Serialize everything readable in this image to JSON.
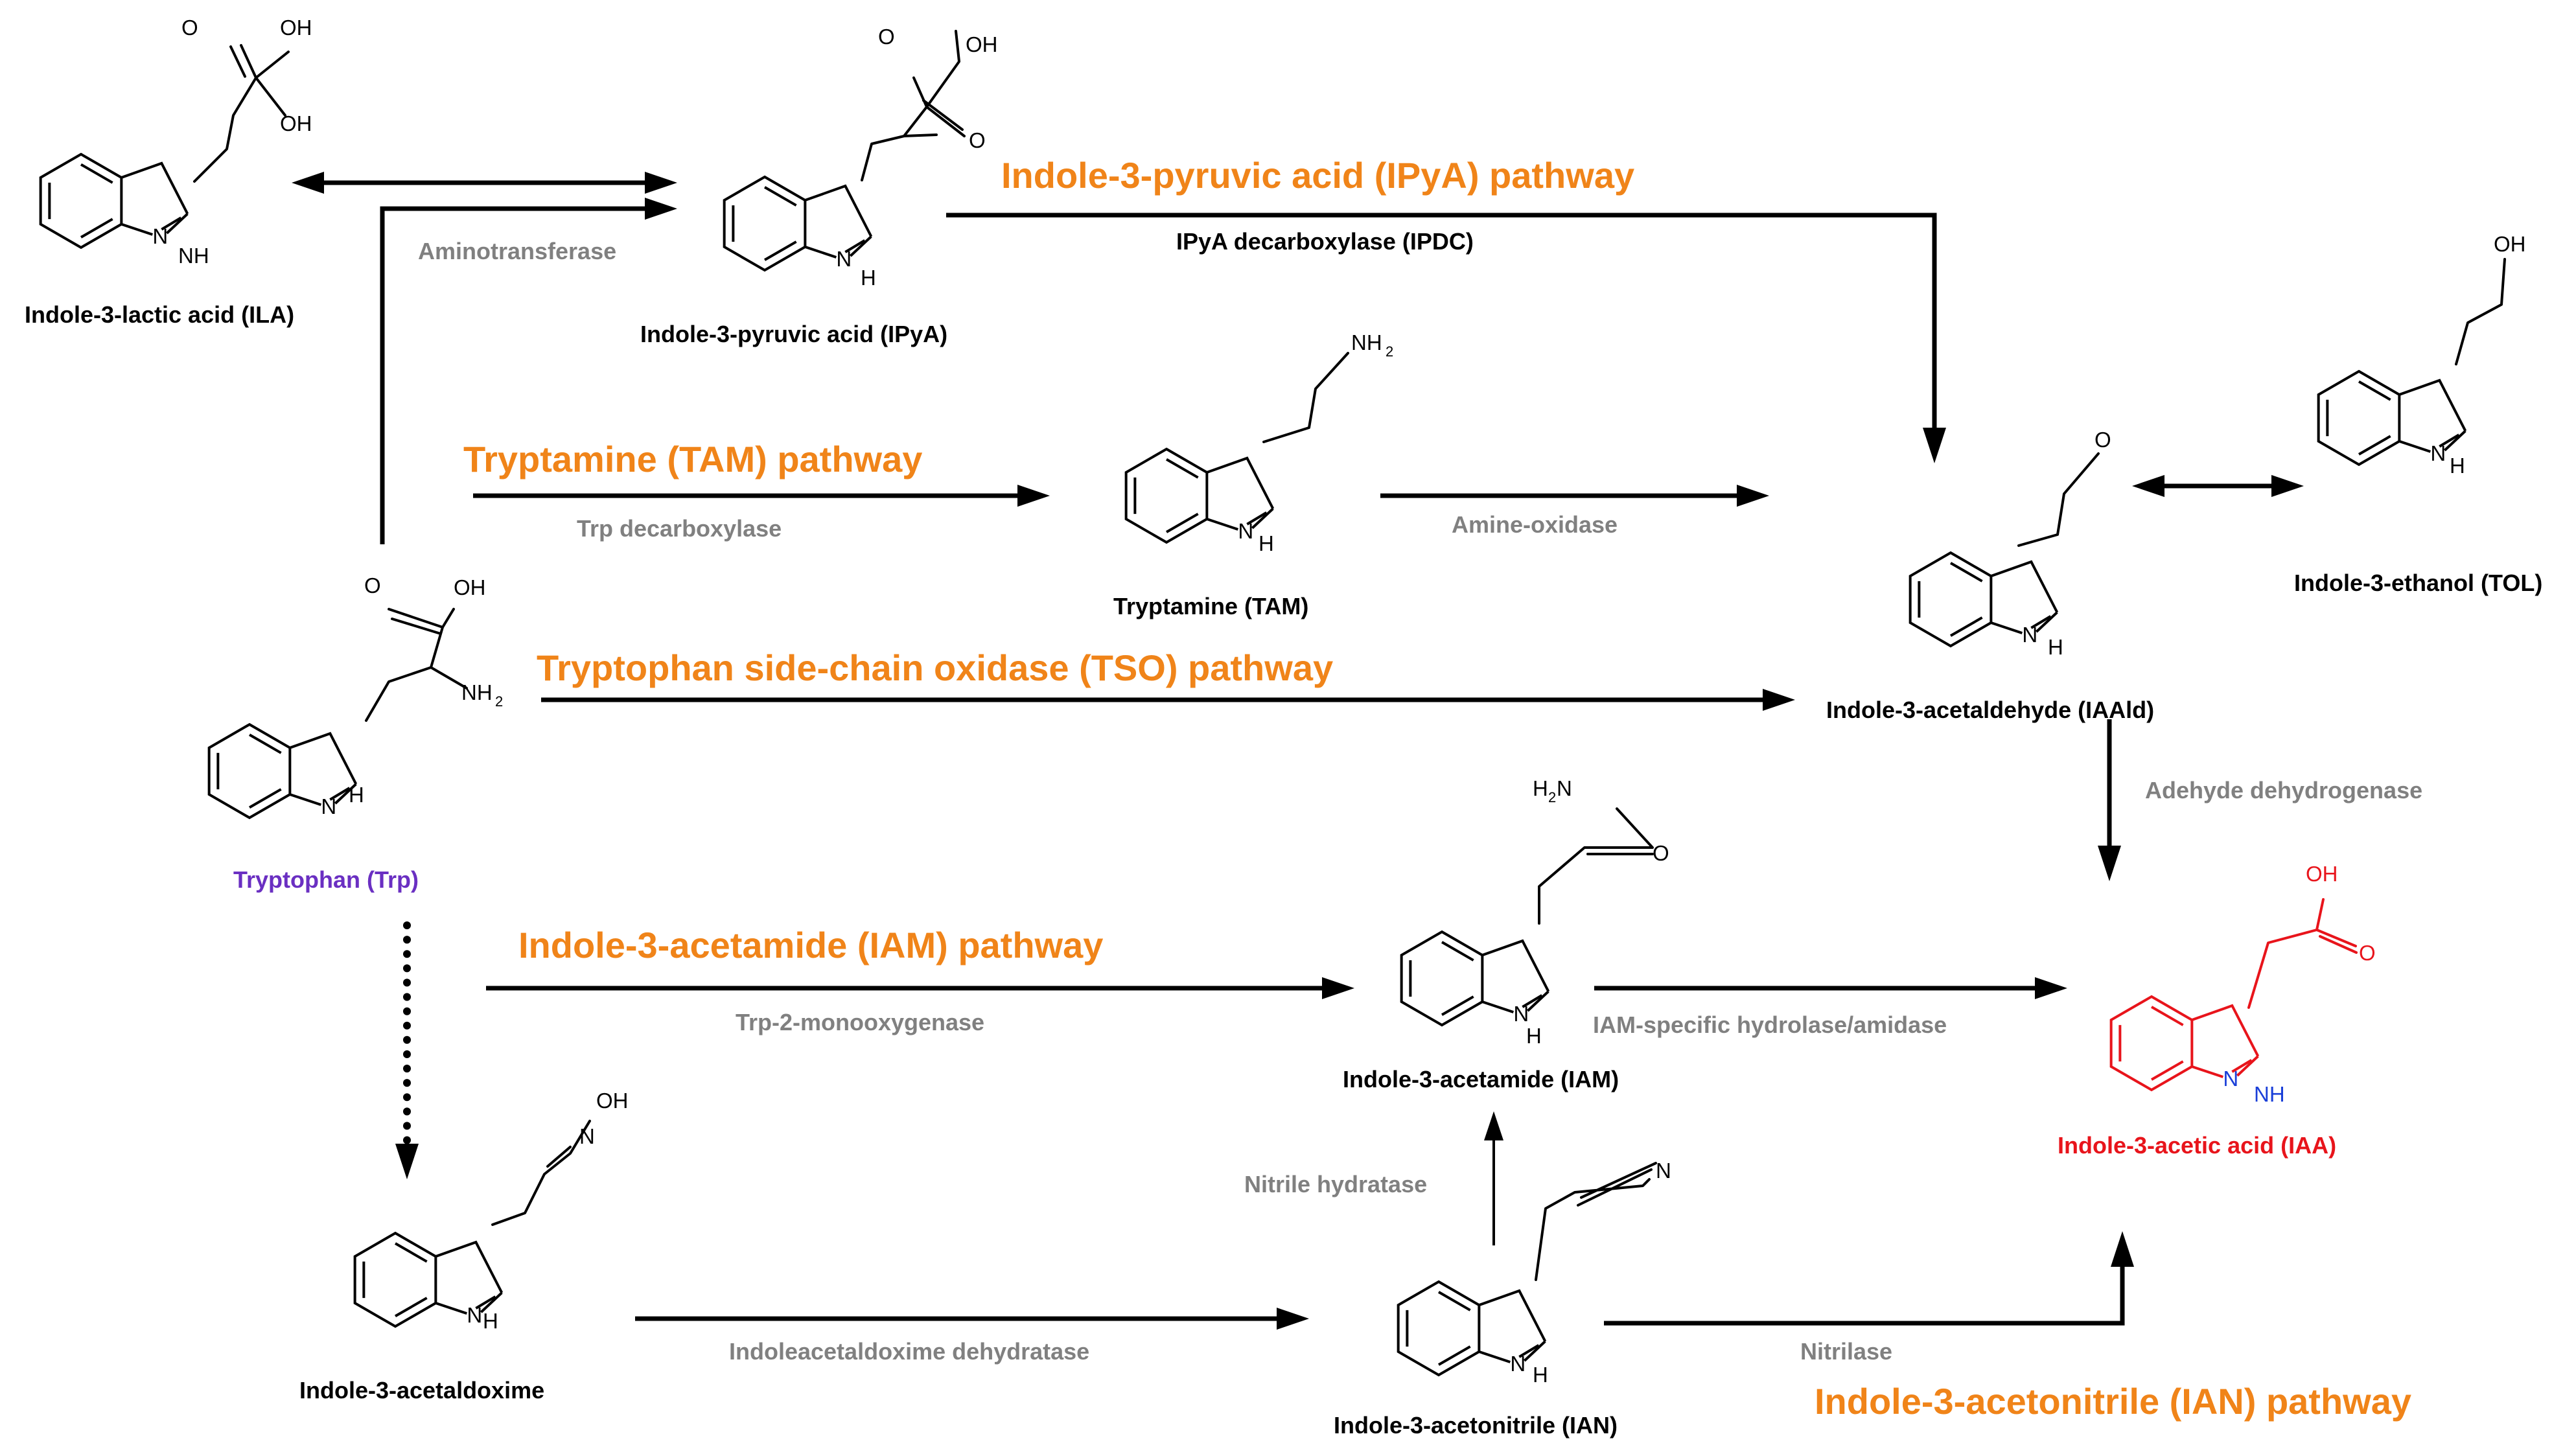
{
  "colors": {
    "pathway_title": "#f08419",
    "enzyme_label": "#808080",
    "compound_label": "#000000",
    "tryptophan_label": "#6a2fc2",
    "iaa_label": "#e8141b",
    "iaa_nitrogen": "#1a3fd8"
  },
  "pathways": {
    "ipya": "Indole-3-pyruvic acid (IPyA) pathway",
    "tam": "Tryptamine (TAM) pathway",
    "tso": "Tryptophan side-chain oxidase (TSO) pathway",
    "iam": "Indole-3-acetamide (IAM) pathway",
    "ian": "Indole-3-acetonitrile (IAN) pathway"
  },
  "compounds": {
    "ila": "Indole-3-lactic acid (ILA)",
    "ipya": "Indole-3-pyruvic acid (IPyA)",
    "tam": "Tryptamine (TAM)",
    "trp": "Tryptophan (Trp)",
    "iaald": "Indole-3-acetaldehyde (IAAld)",
    "tol": "Indole-3-ethanol (TOL)",
    "iam": "Indole-3-acetamide (IAM)",
    "iaa": "Indole-3-acetic acid (IAA)",
    "iaox": "Indole-3-acetaldoxime",
    "ian": "Indole-3-acetonitrile (IAN)"
  },
  "enzymes": {
    "aminotransferase": "Aminotransferase",
    "ipdc": "IPyA decarboxylase (IPDC)",
    "trp_decarboxylase": "Trp decarboxylase",
    "amine_oxidase": "Amine-oxidase",
    "aldehyde_dehydrogenase": "Adehyde dehydrogenase",
    "trp_monooxygenase": "Trp-2-monooxygenase",
    "iam_hydrolase": "IAM-specific hydrolase/amidase",
    "nitrile_hydratase": "Nitrile hydratase",
    "iaox_dehydratase": "Indoleacetaldoxime dehydratase",
    "nitrilase": "Nitrilase"
  },
  "atoms": {
    "o": "O",
    "oh": "OH",
    "nh": "NH",
    "nh2": "NH",
    "h2n": "H",
    "h2n_n": "N",
    "n": "N",
    "h": "H",
    "sub2": "2"
  }
}
